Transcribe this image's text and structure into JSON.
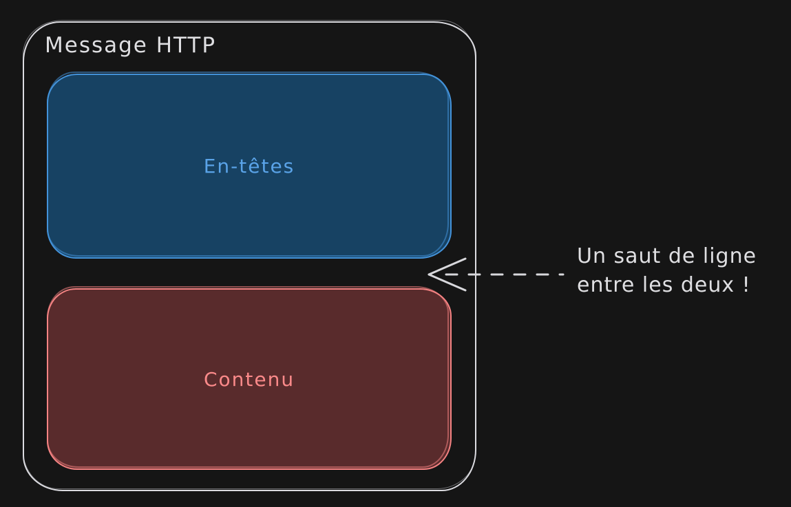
{
  "diagram": {
    "title": "Message HTTP",
    "boxes": [
      {
        "id": "headers",
        "label": "En-têtes",
        "fill": "#174263",
        "stroke": "#4493da",
        "text_color": "#5aa3e8"
      },
      {
        "id": "content",
        "label": "Contenu",
        "fill": "#592b2c",
        "stroke": "#f58383",
        "text_color": "#fb8a8a"
      }
    ],
    "annotation": {
      "line1": "Un saut de ligne",
      "line2": "entre les deux !",
      "arrow_icon": "dashed-left-arrow",
      "color": "#dfdfe2"
    },
    "colors": {
      "background": "#151515",
      "container_stroke": "#dcdce1",
      "title": "#dfdfe2",
      "annotation": "#dfdfe2",
      "arrow": "#d8d8dc"
    }
  }
}
